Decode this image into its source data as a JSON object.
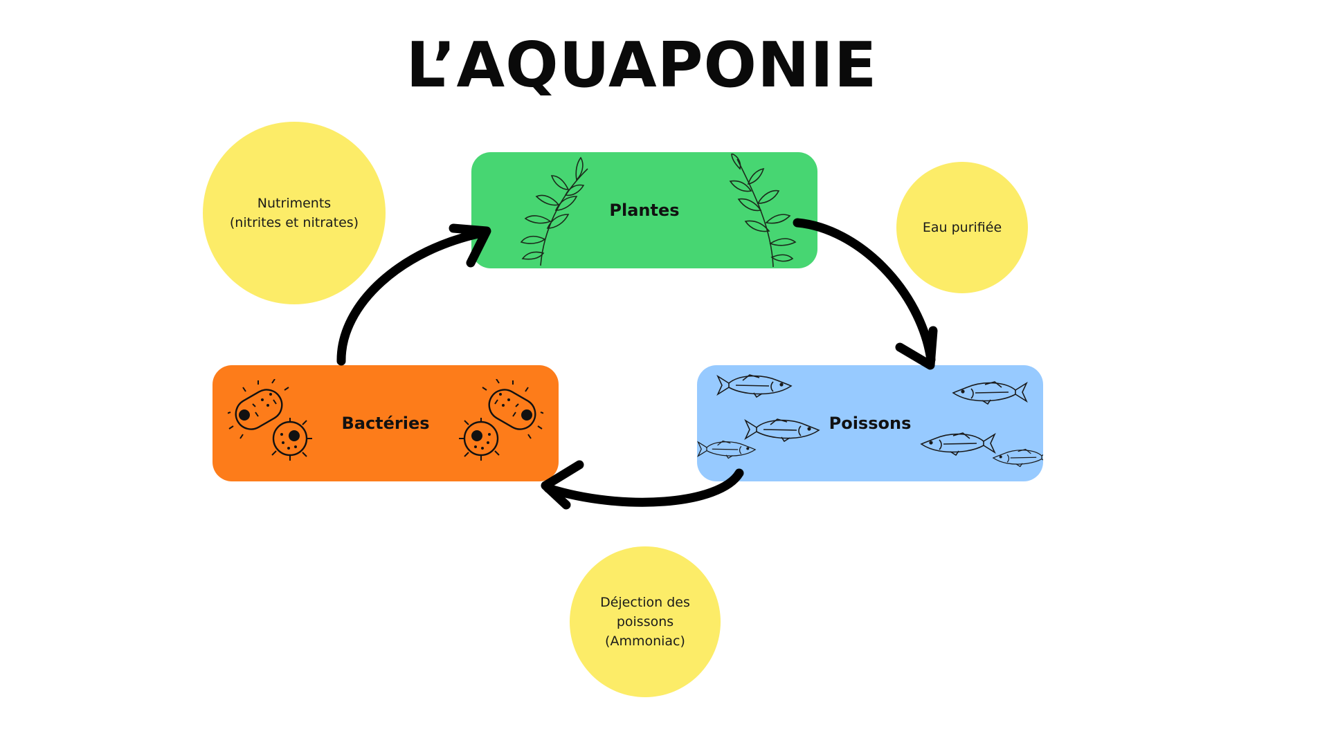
{
  "title": "L’AQUAPONIE",
  "nodes": {
    "plantes": "Plantes",
    "poissons": "Poissons",
    "bacteries": "Bactéries"
  },
  "bubbles": {
    "nutriments_line1": "Nutriments",
    "nutriments_line2": "(nitrites et nitrates)",
    "eau": "Eau purifiée",
    "dejection_line1": "Déjection des",
    "dejection_line2": "poissons",
    "dejection_line3": "(Ammoniac)"
  },
  "icons": {
    "plantes": "leaf-branch-icon",
    "poissons": "fish-icon",
    "bacteries": "bacteria-icon",
    "arrows": "curved-arrow-icon"
  },
  "colors": {
    "plantes": "#47d672",
    "poissons": "#97caff",
    "bacteries": "#fd7c1a",
    "bubble": "#fcec68",
    "arrow": "#000000"
  }
}
